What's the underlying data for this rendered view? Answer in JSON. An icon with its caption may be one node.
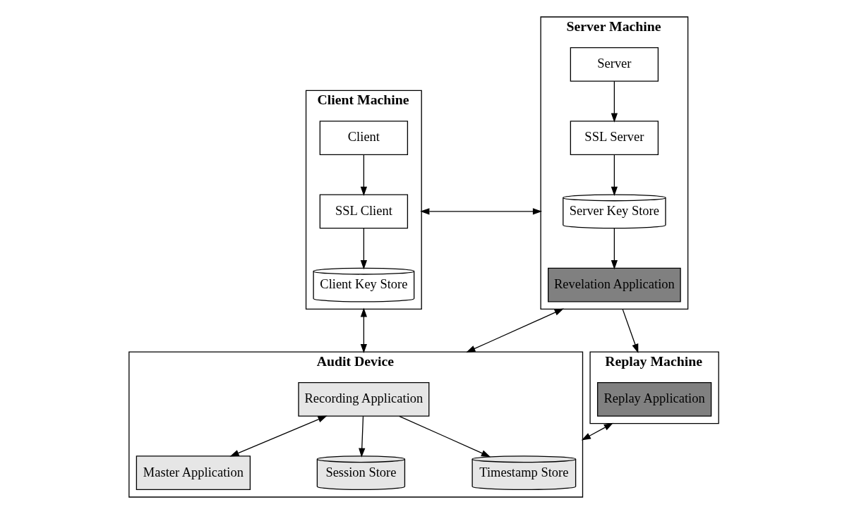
{
  "diagram": {
    "nodes": [
      {
        "text": [
          "Client Machine"
        ]
      },
      {
        "text": [
          "Client"
        ],
        "in": 0
      },
      {
        "text": [
          "SSL Client"
        ],
        "in": 0
      },
      {
        "text": [
          "Client Key Store"
        ],
        "in": 0
      },
      {
        "text": [
          "Server Machine"
        ]
      },
      {
        "text": [
          "Server"
        ],
        "in": 4
      },
      {
        "text": [
          "SSL Server"
        ],
        "in": 4
      },
      {
        "text": [
          "Server Key Store"
        ],
        "in": 4
      },
      {
        "text": [
          "Revelation Application"
        ],
        "in": 4
      },
      {
        "text": [
          "Audit Device"
        ]
      },
      {
        "text": [
          "Recording Application"
        ],
        "in": 9
      },
      {
        "text": [
          "Master Application"
        ],
        "in": 9
      },
      {
        "text": [
          "Session Store"
        ],
        "in": 9
      },
      {
        "text": [
          "Timestamp Store"
        ],
        "in": 9
      },
      {
        "text": [
          "Replay Machine"
        ]
      },
      {
        "text": [
          "Replay Application"
        ],
        "in": 14
      }
    ],
    "edges": [
      {
        "from": 1,
        "to": 2,
        "arrow": "to"
      },
      {
        "from": 2,
        "to": 3,
        "arrow": "to"
      },
      {
        "from": 0,
        "to": 4,
        "arrow": "both"
      },
      {
        "from": 0,
        "to": 9,
        "arrow": "both"
      },
      {
        "from": 4,
        "to": 9,
        "arrow": "both"
      },
      {
        "from": 5,
        "to": 6,
        "arrow": "to"
      },
      {
        "from": 6,
        "to": 7,
        "arrow": "to"
      },
      {
        "from": 7,
        "to": 8,
        "arrow": "to"
      },
      {
        "from": 4,
        "to": 14,
        "arrow": "to"
      },
      {
        "from": 10,
        "to": 11,
        "arrow": "both"
      },
      {
        "from": 10,
        "to": 12,
        "arrow": "to"
      },
      {
        "from": 10,
        "to": 13,
        "arrow": "to"
      },
      {
        "from": 9,
        "to": 14,
        "arrow": "both"
      }
    ]
  }
}
